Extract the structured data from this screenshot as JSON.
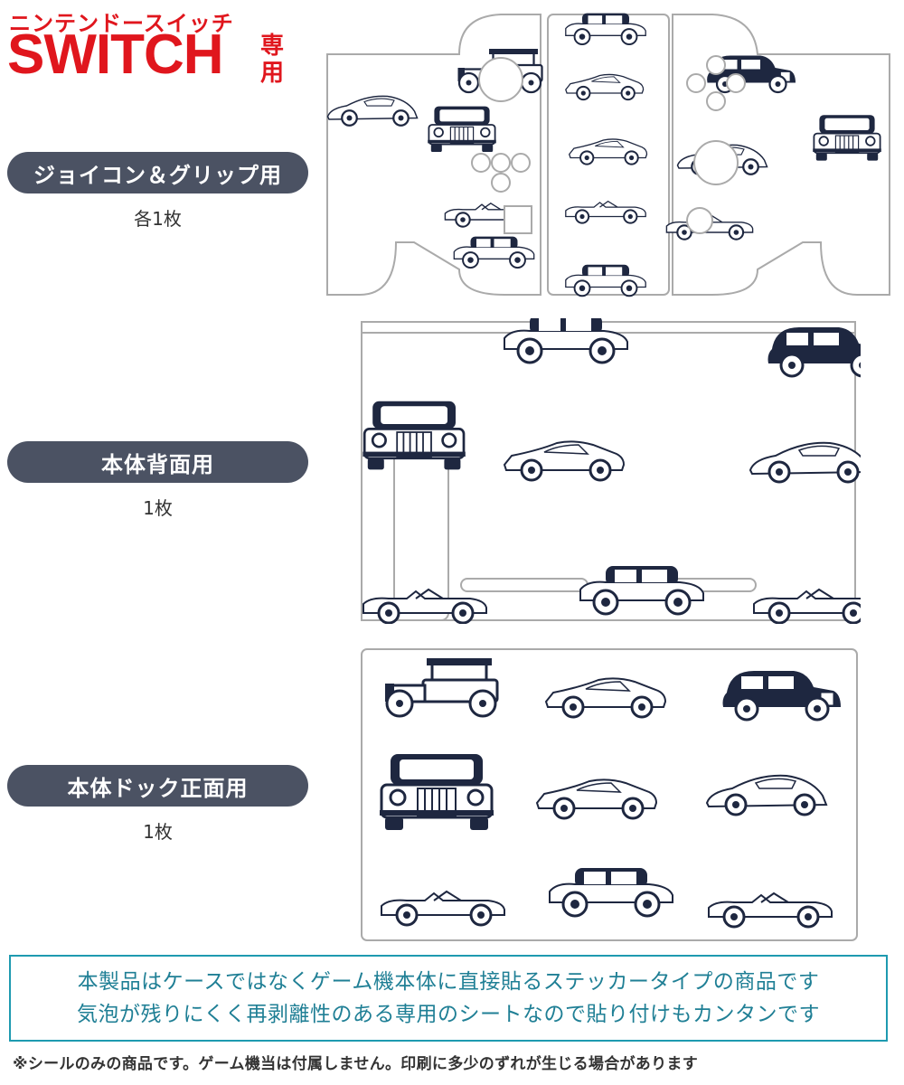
{
  "header": {
    "brand_sub": "ニンテンドースイッチ",
    "brand_main": "SWITCH",
    "brand_side": "専用"
  },
  "sections": [
    {
      "label": "ジョイコン＆グリップ用",
      "count": "各1枚"
    },
    {
      "label": "本体背面用",
      "count": "1枚"
    },
    {
      "label": "本体ドック正面用",
      "count": "1枚"
    }
  ],
  "info": {
    "line1": "本製品はケースではなくゲーム機本体に直接貼るステッカータイプの商品です",
    "line2": "気泡が残りにくく再剥離性のある専用のシートなので貼り付けもカンタンです"
  },
  "note": "※シールのみの商品です。ゲーム機当は付属しません。印刷に多少のずれが生じる場合があります",
  "colors": {
    "brand_red": "#e0161d",
    "pill_bg": "#4b5263",
    "info_border": "#1e9ab0",
    "car_navy": "#1e2740"
  },
  "icons": [
    "car-illustration"
  ]
}
